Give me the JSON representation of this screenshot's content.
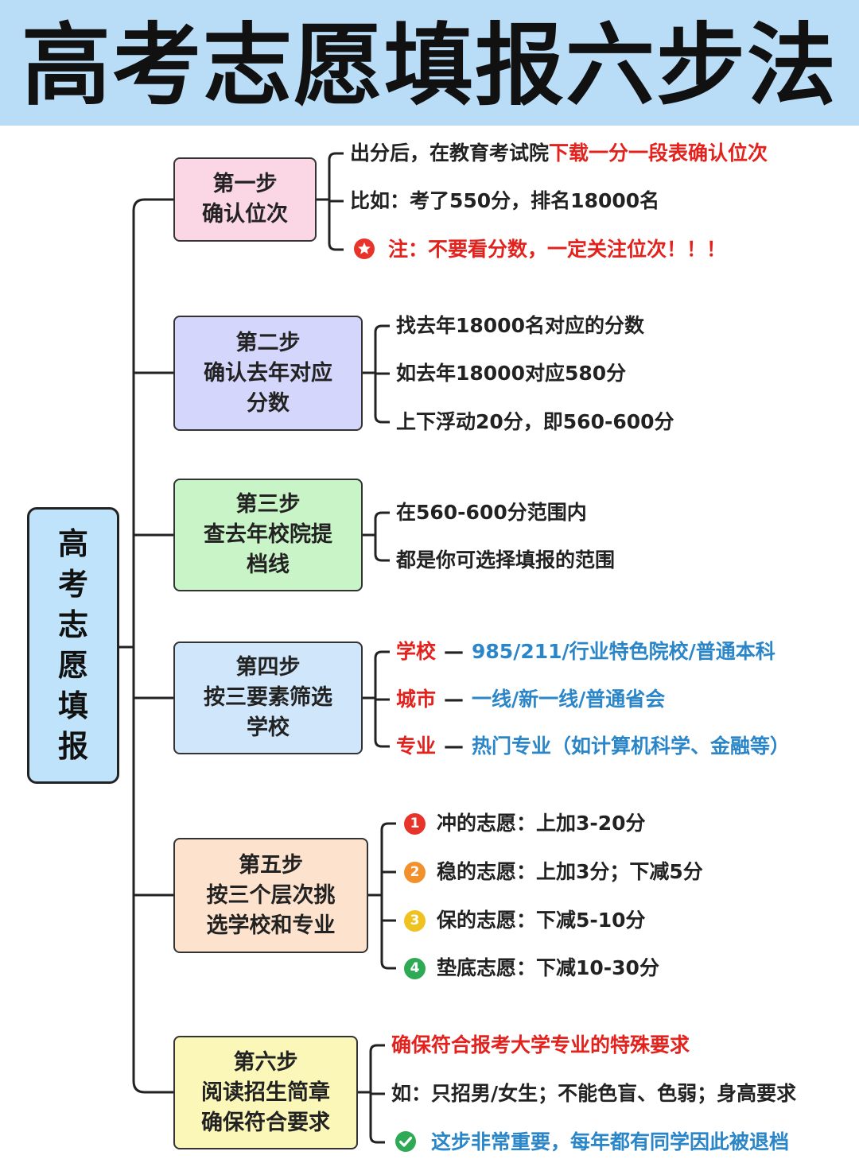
{
  "title": "高考志愿填报六步法",
  "root": {
    "chars": [
      "高",
      "考",
      "志",
      "愿",
      "填",
      "报"
    ]
  },
  "steps": [
    {
      "label_lines": [
        "第一步",
        "确认位次"
      ],
      "items": [
        {
          "text": "出分后，在教育考试院",
          "highlight": "下载一分一段表确认位次"
        },
        {
          "text": "比如：考了550分，排名18000名"
        },
        {
          "icon": "star-icon",
          "text": "注：不要看分数，一定关注位次！！！"
        }
      ]
    },
    {
      "label_lines": [
        "第二步",
        "确认去年对应",
        "分数"
      ],
      "items": [
        {
          "text": "找去年18000名对应的分数"
        },
        {
          "text": "如去年18000对应580分"
        },
        {
          "text": "上下浮动20分，即560-600分"
        }
      ]
    },
    {
      "label_lines": [
        "第三步",
        "查去年校院提",
        "档线"
      ],
      "items": [
        {
          "text": "在560-600分范围内"
        },
        {
          "text": "都是你可选择填报的范围"
        }
      ]
    },
    {
      "label_lines": [
        "第四步",
        "按三要素筛选",
        "学校"
      ],
      "items": [
        {
          "key": "学校",
          "dash": "—",
          "value": "985/211/行业特色院校/普通本科"
        },
        {
          "key": "城市",
          "dash": "—",
          "value": "一线/新一线/普通省会"
        },
        {
          "key": "专业",
          "dash": "—",
          "value": "热门专业（如计算机科学、金融等）"
        }
      ]
    },
    {
      "label_lines": [
        "第五步",
        "按三个层次挑",
        "选学校和专业"
      ],
      "items": [
        {
          "badge": "1",
          "text": "冲的志愿：上加3-20分"
        },
        {
          "badge": "2",
          "text": "稳的志愿：上加3分；下减5分"
        },
        {
          "badge": "3",
          "text": "保的志愿：下减5-10分"
        },
        {
          "badge": "4",
          "text": "垫底志愿：下减10-30分"
        }
      ]
    },
    {
      "label_lines": [
        "第六步",
        "阅读招生简章",
        "确保符合要求"
      ],
      "items": [
        {
          "text": "确保符合报考大学专业的特殊要求"
        },
        {
          "text": "如：只招男/女生；不能色盲、色弱；身高要求"
        },
        {
          "icon": "check-circle-icon",
          "text": "这步非常重要，每年都有同学因此被退档"
        }
      ]
    }
  ],
  "colors": {
    "title_bg": "#b9dcf7",
    "highlight_red": "#e3221e",
    "highlight_blue": "#2a86c8",
    "badge_red": "#e8332a",
    "badge_orange": "#f2902b",
    "badge_yellow": "#f0c21f",
    "badge_green": "#2eaa55"
  }
}
